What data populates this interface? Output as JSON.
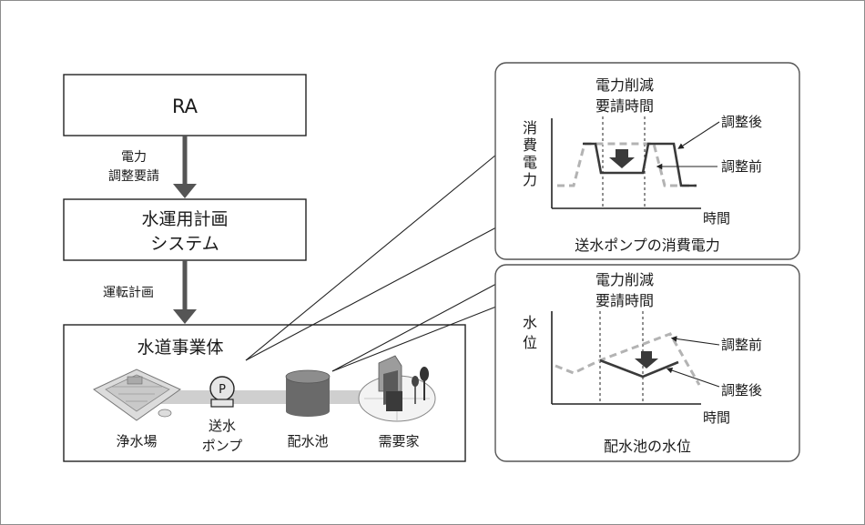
{
  "colors": {
    "arrow": "#555555",
    "pipe": "#cfcfcf",
    "line": "#222222",
    "dashed": "#b3b3b3",
    "box": "#8c8c8c"
  },
  "left": {
    "ra": "RA",
    "arrow1_label": [
      "電力",
      "調整要請"
    ],
    "water_system": [
      "水運用計画",
      "システム"
    ],
    "arrow2_label": "運転計画",
    "utility_title": "水道事業体",
    "facilities": {
      "purification": "浄水場",
      "pump": [
        "送水",
        "ポンプ"
      ],
      "pump_symbol": "P",
      "reservoir": "配水池",
      "consumer": "需要家"
    }
  },
  "power_chart": {
    "period_label": [
      "電力削減",
      "要請時間"
    ],
    "y_label": [
      "消",
      "費",
      "電",
      "力"
    ],
    "x_label": "時間",
    "after_label": "調整後",
    "before_label": "調整前",
    "caption": "送水ポンプの消費電力"
  },
  "level_chart": {
    "period_label": [
      "電力削減",
      "要請時間"
    ],
    "y_label": [
      "水",
      "位"
    ],
    "x_label": "時間",
    "before_label": "調整前",
    "after_label": "調整後",
    "caption": "配水池の水位"
  }
}
